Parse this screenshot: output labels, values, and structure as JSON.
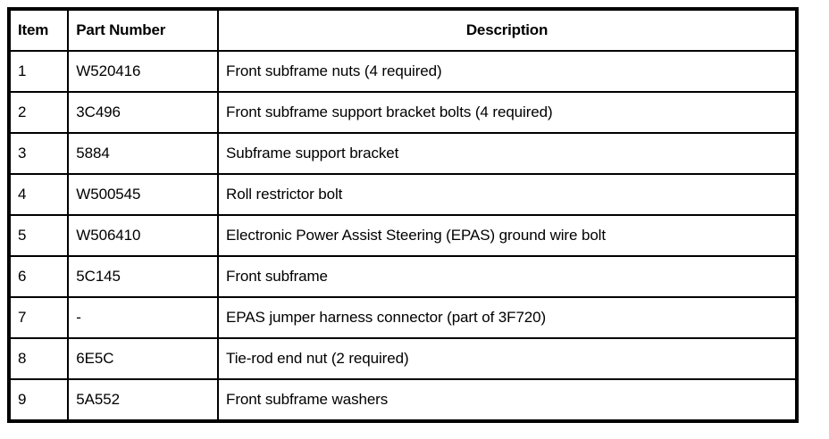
{
  "table": {
    "columns": [
      {
        "key": "item",
        "label": "Item"
      },
      {
        "key": "part_number",
        "label": "Part Number"
      },
      {
        "key": "description",
        "label": "Description"
      }
    ],
    "rows": [
      {
        "item": "1",
        "part_number": "W520416",
        "description": "Front subframe nuts (4 required)"
      },
      {
        "item": "2",
        "part_number": "3C496",
        "description": "Front subframe support bracket bolts (4 required)"
      },
      {
        "item": "3",
        "part_number": "5884",
        "description": "Subframe support bracket"
      },
      {
        "item": "4",
        "part_number": "W500545",
        "description": "Roll restrictor bolt"
      },
      {
        "item": "5",
        "part_number": "W506410",
        "description": "Electronic Power Assist Steering (EPAS) ground wire bolt"
      },
      {
        "item": "6",
        "part_number": "5C145",
        "description": "Front subframe"
      },
      {
        "item": "7",
        "part_number": "-",
        "description": "EPAS jumper harness connector (part of 3F720)"
      },
      {
        "item": "8",
        "part_number": "6E5C",
        "description": "Tie-rod end nut (2 required)"
      },
      {
        "item": "9",
        "part_number": "5A552",
        "description": "Front subframe washers"
      }
    ]
  },
  "colors": {
    "border": "#000000",
    "text": "#000000",
    "background": "#ffffff"
  }
}
